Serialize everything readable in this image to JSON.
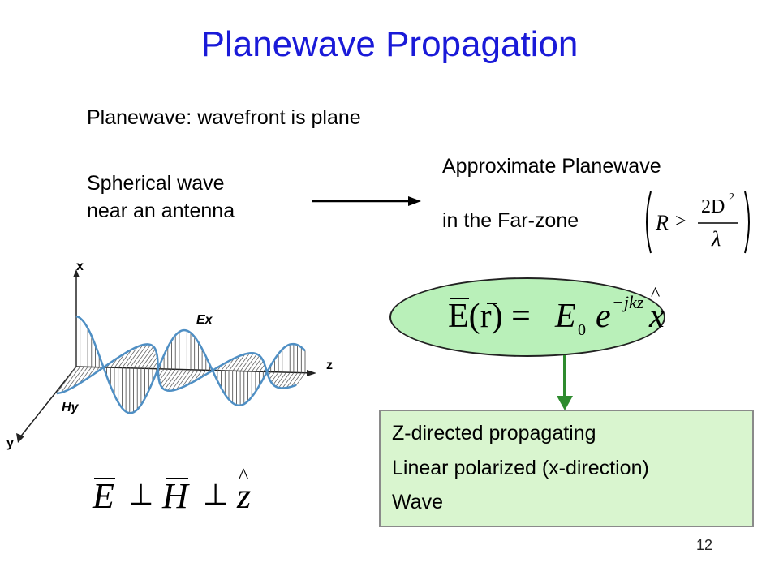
{
  "slide": {
    "title": "Planewave Propagation",
    "definition": "Planewave: wavefront is plane",
    "spherical_line1": "Spherical wave",
    "spherical_line2": "near an antenna",
    "approx_line1": "Approximate Planewave",
    "approx_line2": "in the Far-zone",
    "page_number": "12"
  },
  "farzone_condition": {
    "lhs": "R",
    "op": ">",
    "numerator": "2D",
    "exponent": "2",
    "denominator": "λ"
  },
  "field_equation": {
    "lhs": "E(r) =",
    "amplitude": "E",
    "amplitude_sub": "0",
    "exp_base": "e",
    "exponent": "−jkz",
    "unit_vector": "x"
  },
  "perpendicular_relation": {
    "e": "E",
    "perp1": "⊥",
    "h": "H",
    "perp2": "⊥",
    "z": "z"
  },
  "wave_diagram": {
    "axis_x": "x",
    "axis_y": "y",
    "axis_z": "z",
    "e_label": "Ex",
    "h_label": "Hy"
  },
  "result_box": {
    "line1": "Z-directed propagating",
    "line2": "Linear polarized (x-direction)",
    "line3": "Wave"
  },
  "colors": {
    "title": "#1a1ad8",
    "ellipse_fill": "#b9f0b9",
    "box_fill": "#d9f5cf",
    "arrow_green": "#2e8b2e",
    "wave_blue": "#4f8fc4"
  }
}
